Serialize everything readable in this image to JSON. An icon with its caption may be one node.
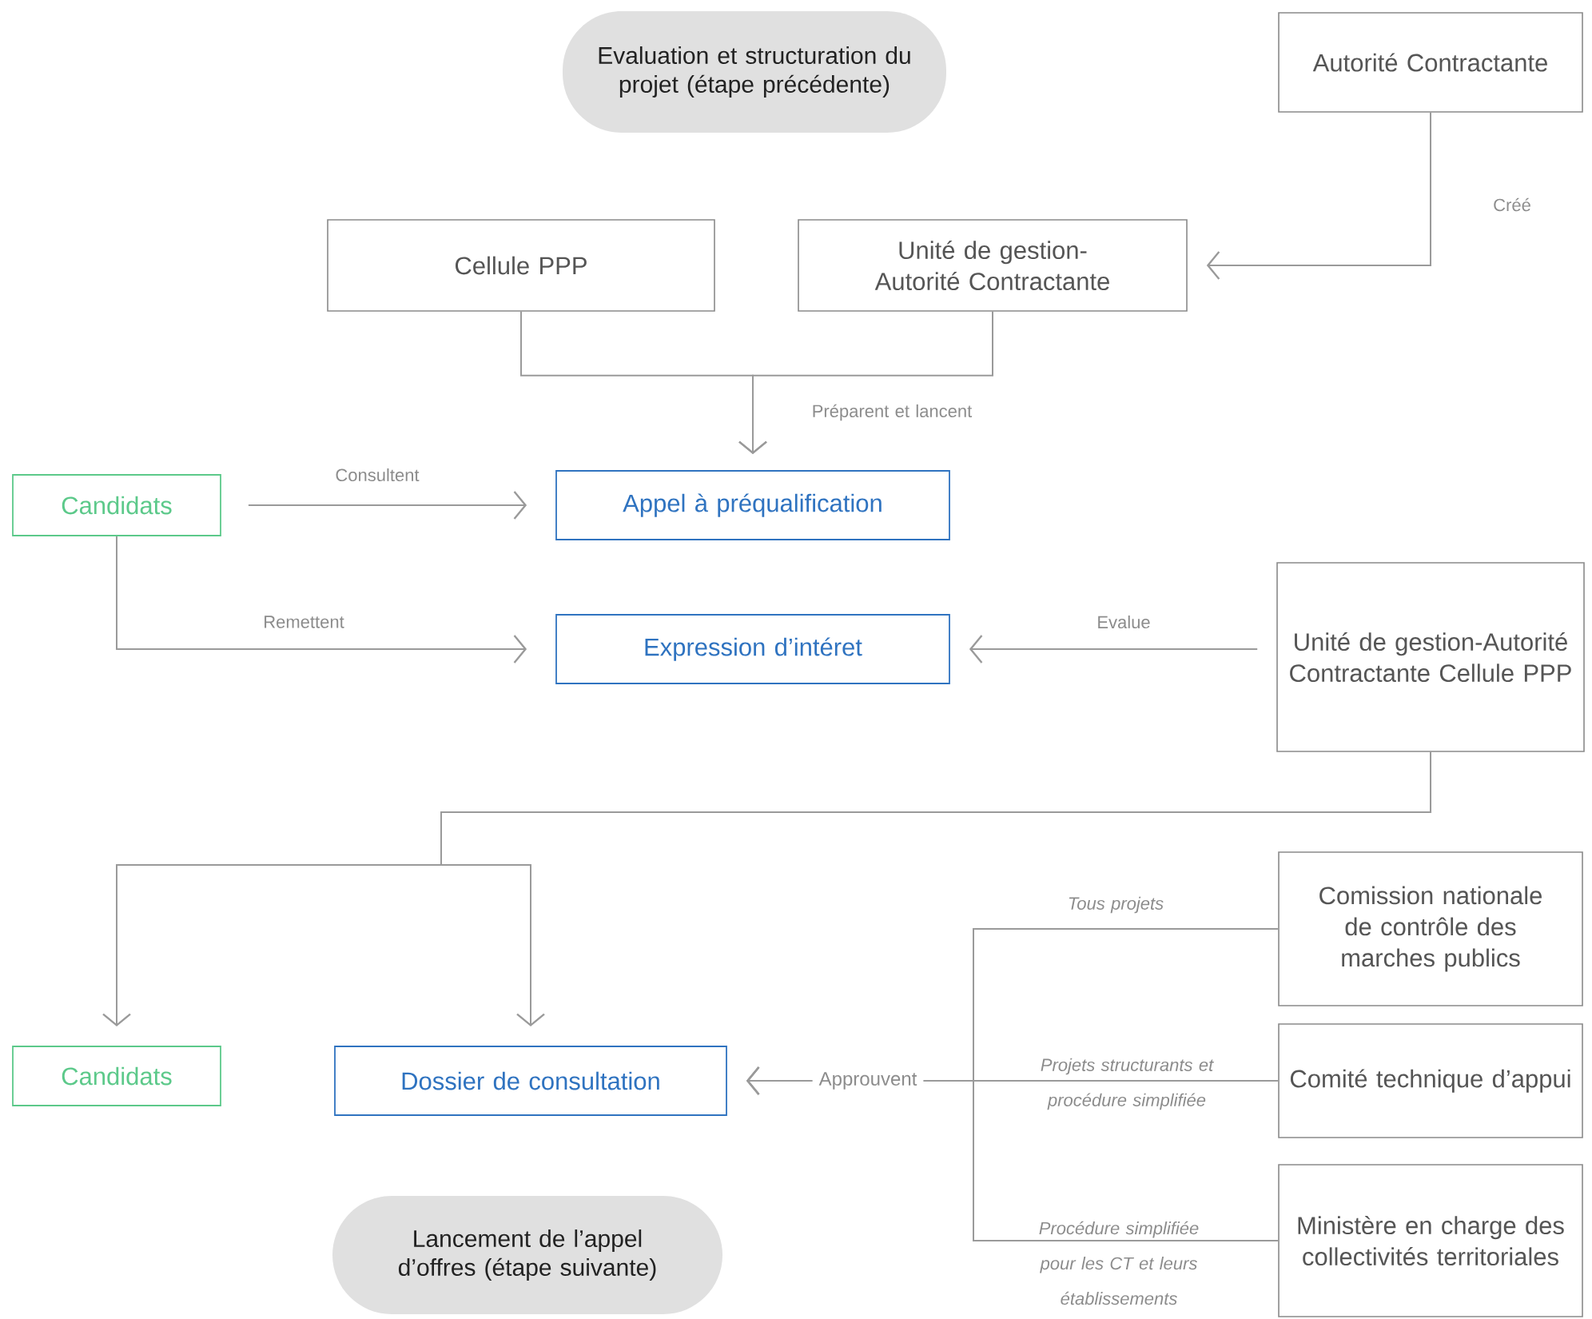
{
  "diagram": {
    "nodes": [
      {
        "text": [
          "Evaluation et structuration du projet (étape précédente)"
        ]
      },
      {
        "text": [
          "Autorité Contractante"
        ]
      },
      {
        "text": [
          "Cellule PPP"
        ]
      },
      {
        "text": [
          "Unité de gestion-Autorité Contractante"
        ]
      },
      {
        "text": [
          "Candidats"
        ]
      },
      {
        "text": [
          "Appel à préqualification"
        ]
      },
      {
        "text": [
          "Expression d’intéret"
        ]
      },
      {
        "text": [
          "Unité de gestion-Autorité Contractante Cellule PPP"
        ]
      },
      {
        "text": [
          "Candidats"
        ]
      },
      {
        "text": [
          "Dossier de consultation"
        ]
      },
      {
        "text": [
          "Comission nationale de contrôle des marches publics"
        ]
      },
      {
        "text": [
          "Comité technique d’appui"
        ]
      },
      {
        "text": [
          "Ministère en charge des collectivités territoriales"
        ]
      },
      {
        "text": [
          "Lancement de l’appel d’offres (étape suivante)"
        ]
      }
    ],
    "edges": [
      {
        "from": 1,
        "to": 3,
        "arrow": "to",
        "label": "Créé"
      },
      {
        "from": 2,
        "to": 5,
        "arrow": "to",
        "label": "Préparent et lancent"
      },
      {
        "from": 3,
        "to": 5,
        "arrow": "to"
      },
      {
        "from": 4,
        "to": 5,
        "arrow": "to",
        "label": "Consultent"
      },
      {
        "from": 4,
        "to": 6,
        "arrow": "to",
        "label": "Remettent"
      },
      {
        "from": 7,
        "to": 6,
        "arrow": "to",
        "label": "Evalue"
      },
      {
        "from": 7,
        "to": 8,
        "arrow": "to"
      },
      {
        "from": 7,
        "to": 9,
        "arrow": "to"
      },
      {
        "from": 10,
        "to": 9,
        "arrow": "to",
        "label": "Tous projets"
      },
      {
        "from": 11,
        "to": 9,
        "arrow": "to",
        "label": "Projets structurants et procédure simplifiée"
      },
      {
        "from": 12,
        "to": 9,
        "arrow": "to",
        "label": "Procédure simplifiée pour les CT et leurs établissements"
      }
    ],
    "labels": [
      "Approuvent"
    ]
  }
}
